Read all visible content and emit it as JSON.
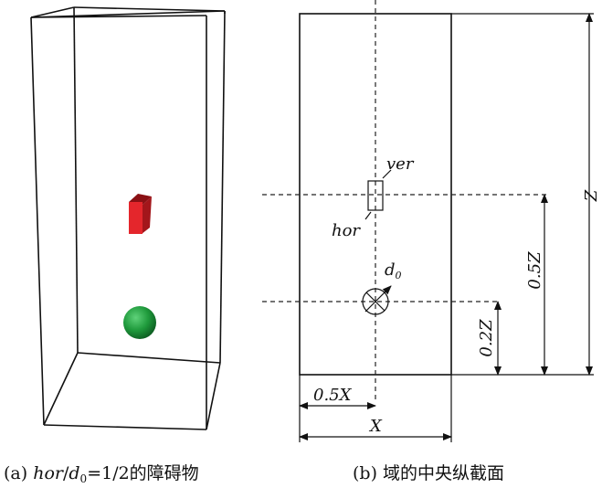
{
  "panel_a": {
    "caption_prefix": "(a) ",
    "caption_var1": "hor",
    "caption_slash": "/",
    "caption_var2": "d",
    "caption_sub": "0",
    "caption_suffix": "=1/2的障碍物",
    "colors": {
      "red_block": "#e4262c",
      "green_sphere": "#1f9a3c"
    }
  },
  "panel_b": {
    "caption": "(b) 域的中央纵截面",
    "labels": {
      "ver": "ver",
      "hor": "hor",
      "d0_main": "d",
      "d0_sub": "0",
      "z": "Z",
      "half_z": "0.5Z",
      "fifth_z": "0.2Z",
      "half_x": "0.5X",
      "x": "X"
    }
  }
}
